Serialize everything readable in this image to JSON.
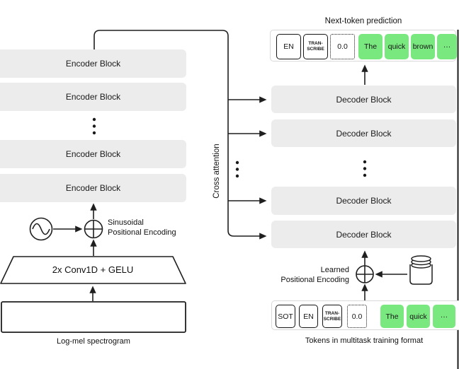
{
  "title_label": "Next-token prediction",
  "labels": {
    "next_token_prediction": "Next-token prediction",
    "cross_attention": "Cross attention",
    "sinusoidal_pe": "Sinusoidal\nPositional Encoding",
    "learned_pe": "Learned\nPositional Encoding",
    "conv_block": "2x Conv1D + GELU",
    "log_mel": "Log-mel spectrogram",
    "tokens_caption": "Tokens in multitask training format"
  },
  "encoder": {
    "blocks": [
      "Encoder Block",
      "Encoder Block",
      "Encoder Block",
      "Encoder Block"
    ]
  },
  "decoder": {
    "blocks": [
      "Decoder Block",
      "Decoder Block",
      "Decoder Block",
      "Decoder Block"
    ]
  },
  "top_tokens": [
    {
      "label": "EN",
      "style": "solid"
    },
    {
      "label": "TRAN-\nSCRIBE",
      "style": "solid"
    },
    {
      "label": "0.0",
      "style": "dotted"
    },
    {
      "label": "The",
      "style": "green"
    },
    {
      "label": "quick",
      "style": "green"
    },
    {
      "label": "brown",
      "style": "green"
    },
    {
      "label": "···",
      "style": "green"
    }
  ],
  "bottom_tokens": [
    {
      "label": "SOT",
      "style": "solid"
    },
    {
      "label": "EN",
      "style": "solid"
    },
    {
      "label": "TRAN-\nSCRIBE",
      "style": "solid"
    },
    {
      "label": "0.0",
      "style": "dotted"
    },
    {
      "label": "The",
      "style": "green"
    },
    {
      "label": "quick",
      "style": "green"
    },
    {
      "label": "···",
      "style": "green"
    }
  ],
  "colors": {
    "block_fill": "#ececec",
    "token_green": "#79e87f",
    "line": "#1f1f1f",
    "container_border": "#d9d9d9"
  }
}
